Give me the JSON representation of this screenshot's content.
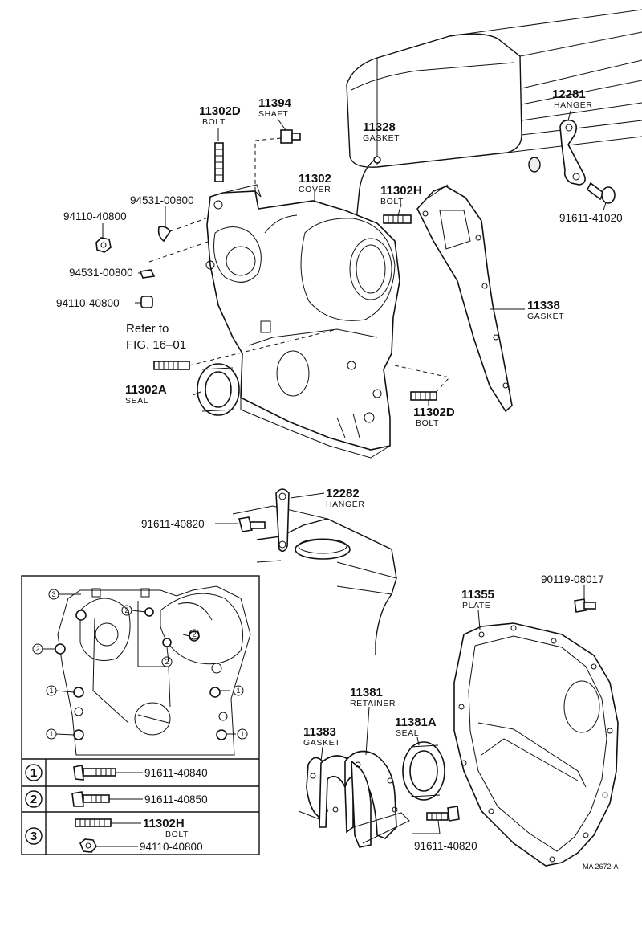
{
  "labels": {
    "p11302d_top": {
      "num": "11302D",
      "name": "BOLT"
    },
    "p11394": {
      "num": "11394",
      "name": "SHAFT"
    },
    "p11328": {
      "num": "11328",
      "name": "GASKET"
    },
    "p12281": {
      "num": "12281",
      "name": "HANGER"
    },
    "p11302": {
      "num": "11302",
      "name": "COVER"
    },
    "p94531_a": {
      "num": "94531-00800"
    },
    "p94110_a": {
      "num": "94110-40800"
    },
    "p11302h": {
      "num": "11302H",
      "name": "BOLT"
    },
    "p91611_41020": {
      "num": "91611-41020"
    },
    "p94531_b": {
      "num": "94531-00800"
    },
    "p94110_b": {
      "num": "94110-40800"
    },
    "p11338": {
      "num": "11338",
      "name": "GASKET"
    },
    "ref": {
      "line1": "Refer to",
      "line2": "FIG. 16–01"
    },
    "p11302a": {
      "num": "11302A",
      "name": "SEAL"
    },
    "p11302d_bot": {
      "num": "11302D",
      "name": "BOLT"
    },
    "p12282": {
      "num": "12282",
      "name": "HANGER"
    },
    "p91611_40820_a": {
      "num": "91611-40820"
    },
    "p90119": {
      "num": "90119-08017"
    },
    "p11355": {
      "num": "11355",
      "name": "PLATE"
    },
    "p11381": {
      "num": "11381",
      "name": "RETAINER"
    },
    "p11381a": {
      "num": "11381A",
      "name": "SEAL"
    },
    "p11383": {
      "num": "11383",
      "name": "GASKET"
    },
    "p91611_40820_b": {
      "num": "91611-40820"
    },
    "code": "MA 2672-A"
  },
  "legend": {
    "rows": [
      {
        "key": "1",
        "parts": [
          {
            "num": "91611-40840"
          }
        ]
      },
      {
        "key": "2",
        "parts": [
          {
            "num": "91611-40850"
          }
        ]
      },
      {
        "key": "3",
        "parts": [
          {
            "num": "11302H",
            "name": "BOLT"
          },
          {
            "num": "94110-40800"
          }
        ]
      }
    ],
    "callouts": [
      "3",
      "2",
      "2",
      "2",
      "2",
      "1",
      "1",
      "1",
      "1"
    ]
  }
}
